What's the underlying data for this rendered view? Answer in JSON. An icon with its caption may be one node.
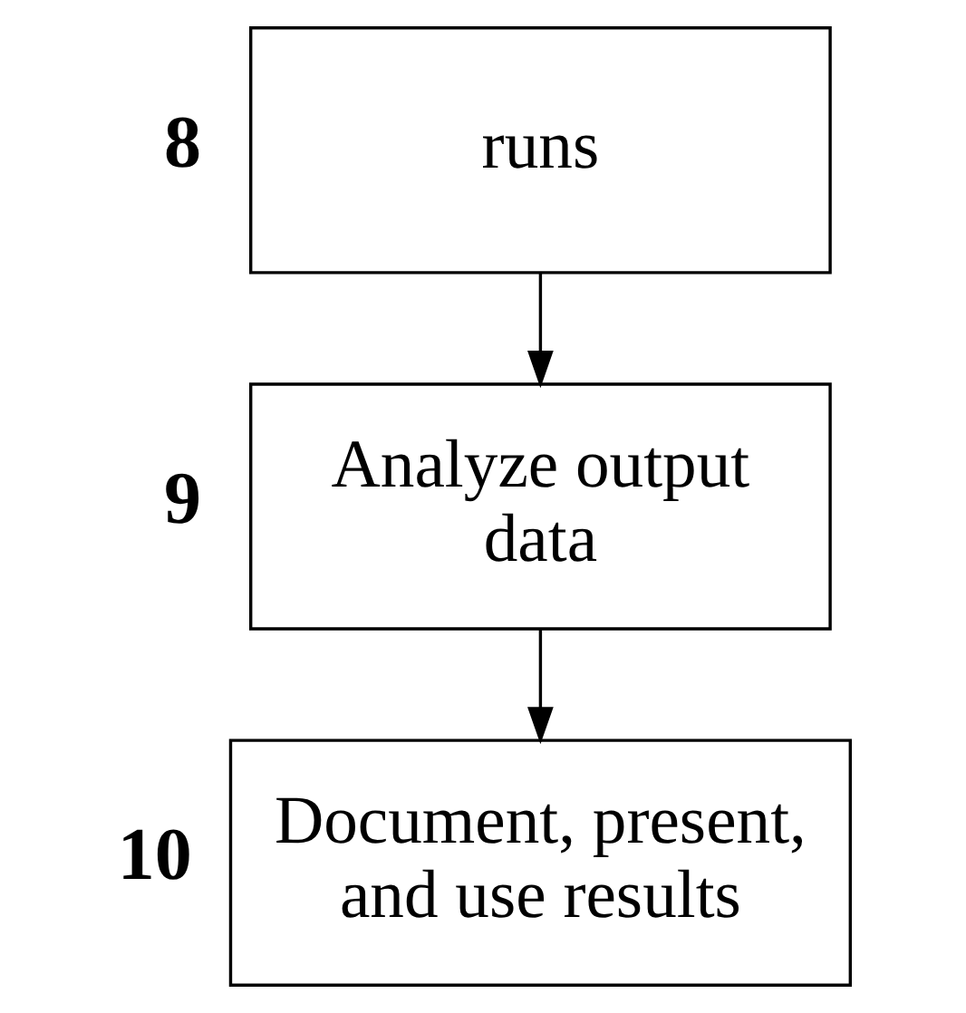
{
  "diagram": {
    "nodes": [
      {
        "text": [
          "runs"
        ],
        "beside": [
          "8"
        ]
      },
      {
        "text": [
          "Analyze output data"
        ],
        "beside": [
          "9"
        ]
      },
      {
        "text": [
          "Document, present, and use results"
        ],
        "beside": [
          "10"
        ]
      }
    ],
    "edges": [
      {
        "from": 0,
        "to": 1,
        "arrow": "to"
      },
      {
        "from": 1,
        "to": 2,
        "arrow": "to"
      }
    ]
  }
}
